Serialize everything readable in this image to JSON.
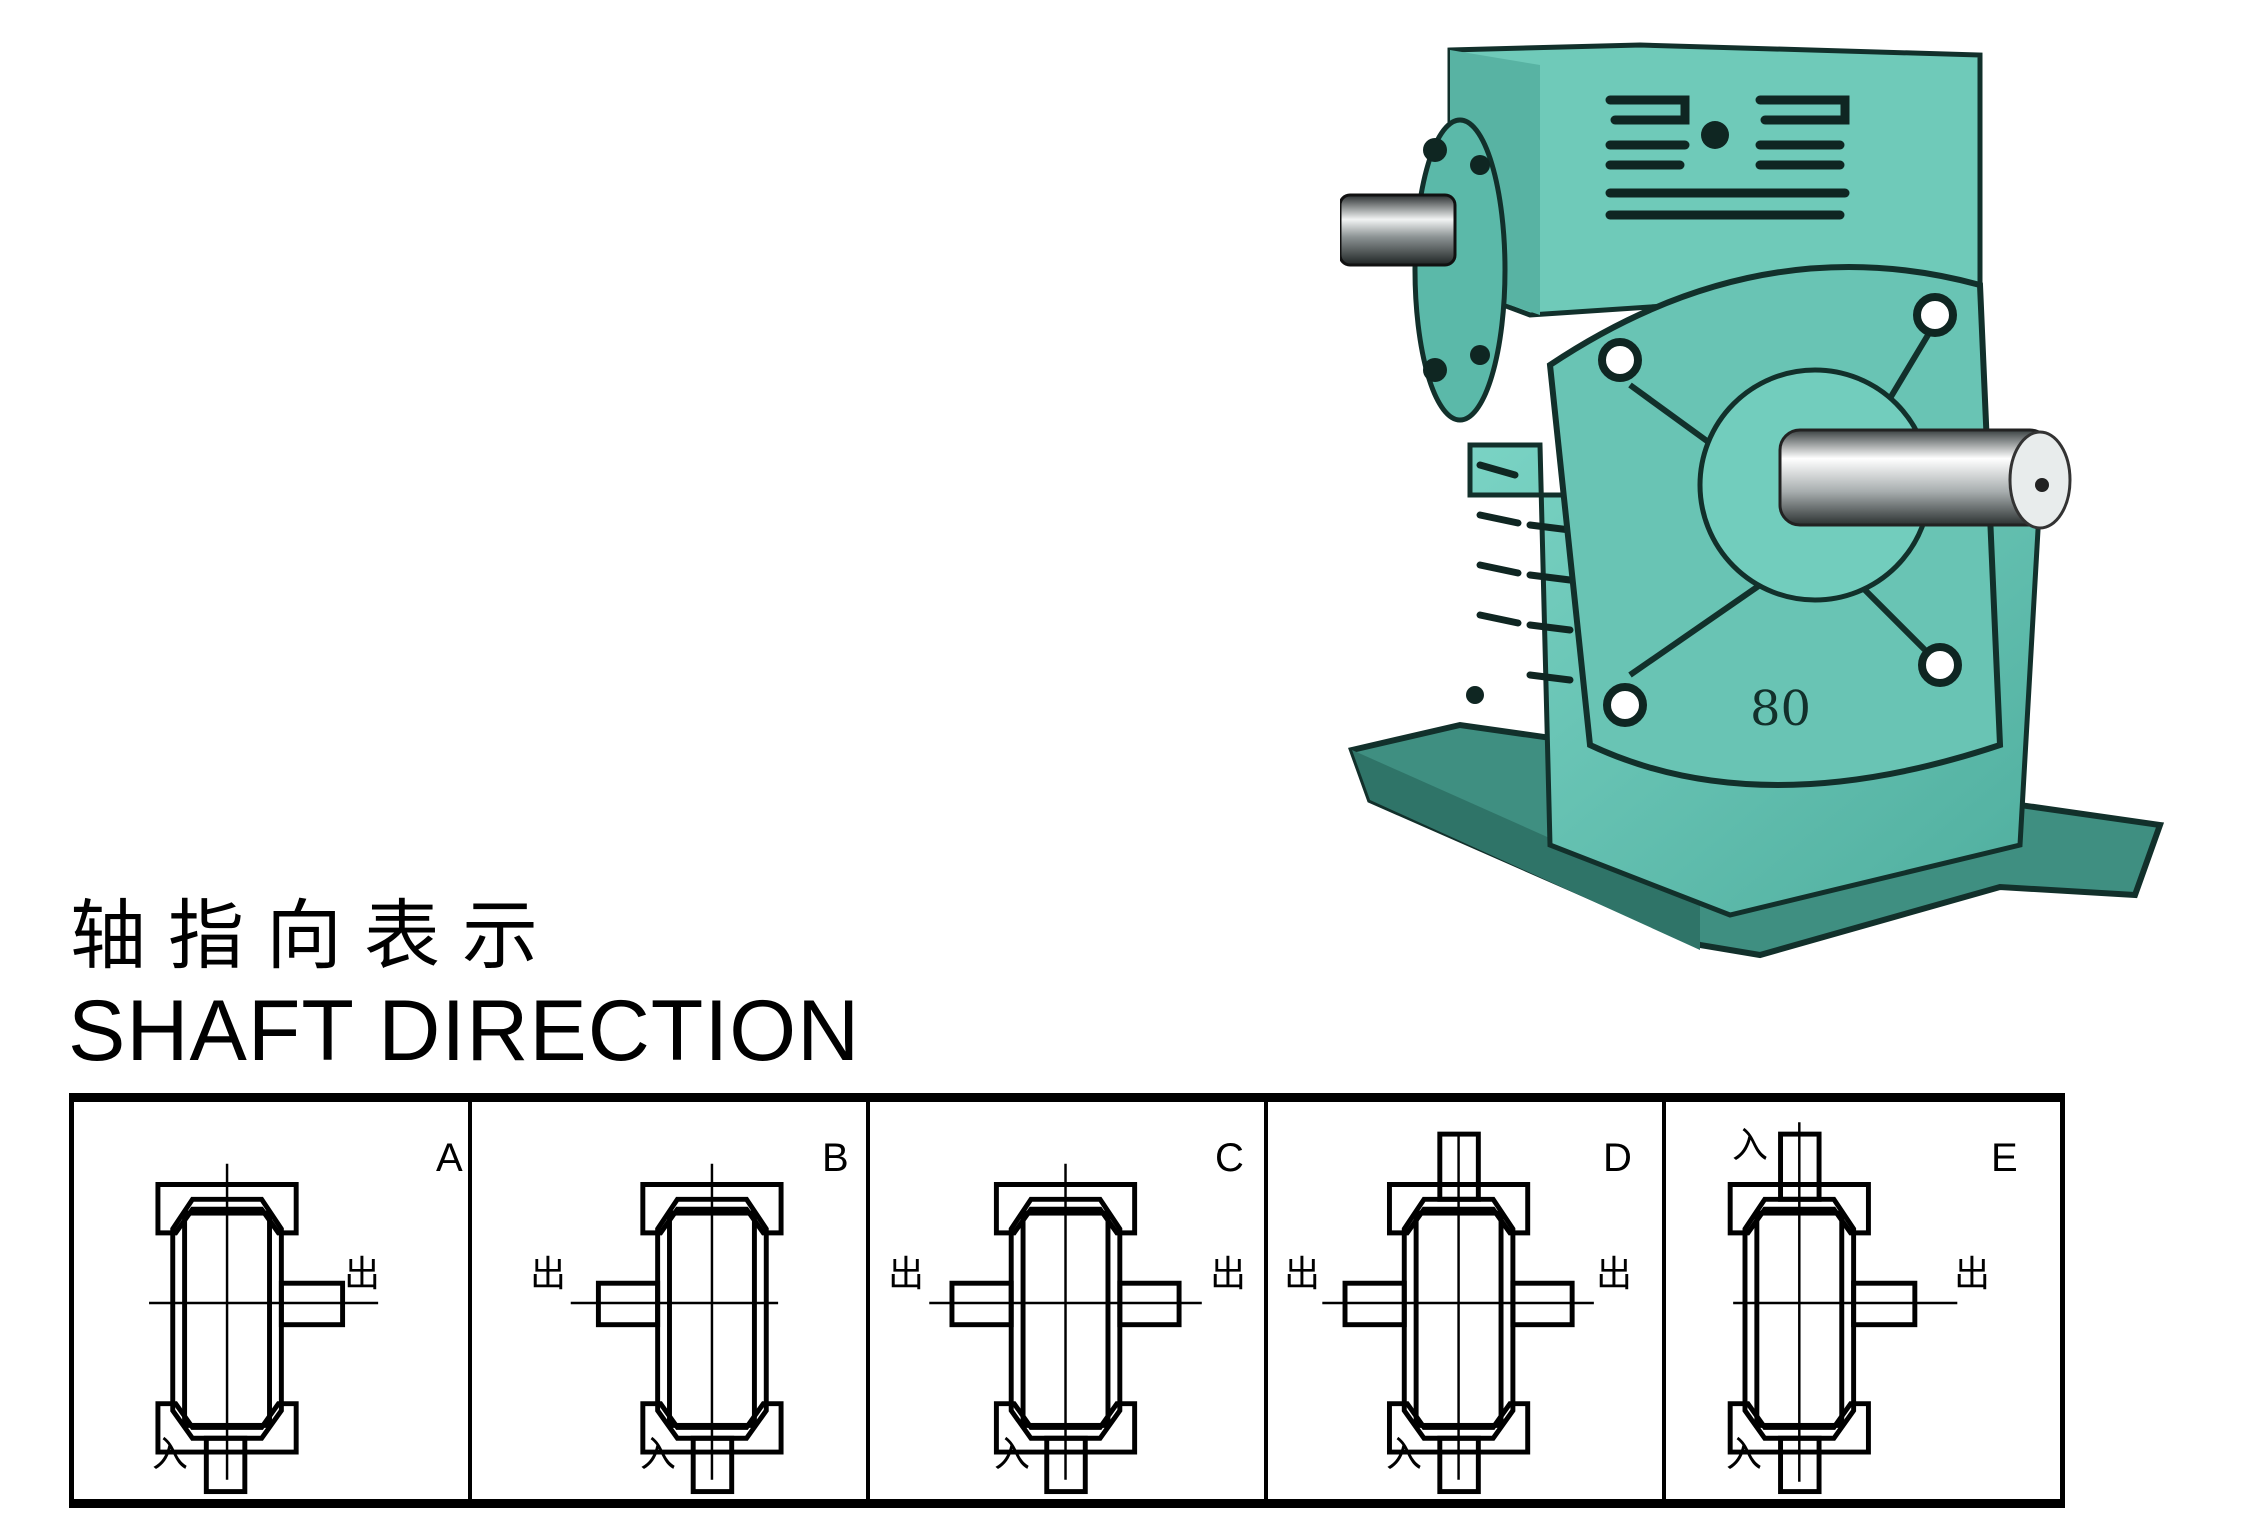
{
  "heading": {
    "title_cn": "轴指向表示",
    "title_en": "SHAFT DIRECTION"
  },
  "product_photo": {
    "subject": "worm gear reducer",
    "housing_marking": "80",
    "colors": {
      "body": "#62c2b2",
      "body_light": "#8fdccd",
      "shadow": "#1d3f39",
      "shaft": "#c9ced0"
    }
  },
  "legend": {
    "input_label": "入",
    "output_label": "出"
  },
  "panels": [
    {
      "letter": "A",
      "input": [
        "bottom"
      ],
      "output": [
        "right"
      ]
    },
    {
      "letter": "B",
      "input": [
        "bottom"
      ],
      "output": [
        "left"
      ]
    },
    {
      "letter": "C",
      "input": [
        "bottom"
      ],
      "output": [
        "left",
        "right"
      ]
    },
    {
      "letter": "D",
      "input": [
        "bottom",
        "top-shaft"
      ],
      "output": [
        "left",
        "right"
      ]
    },
    {
      "letter": "E",
      "input": [
        "bottom",
        "top"
      ],
      "output": [
        "right"
      ]
    }
  ]
}
